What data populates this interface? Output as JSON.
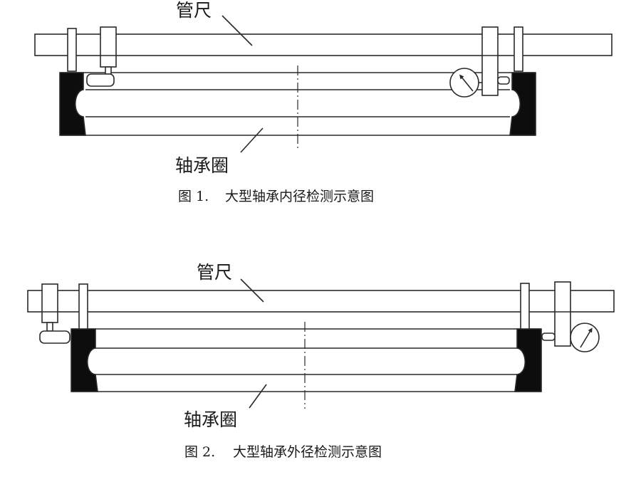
{
  "figure1": {
    "ruler_label": "管尺",
    "bearing_label": "轴承圈",
    "caption_number": "图 1.",
    "caption_text": "大型轴承内径检测示意图"
  },
  "figure2": {
    "ruler_label": "管尺",
    "bearing_label": "轴承圈",
    "caption_number": "图 2.",
    "caption_text": "大型轴承外径检测示意图"
  },
  "colors": {
    "stroke": "#2a2a2a",
    "fill_dark": "#0d0d0d",
    "paper": "#ffffff"
  }
}
